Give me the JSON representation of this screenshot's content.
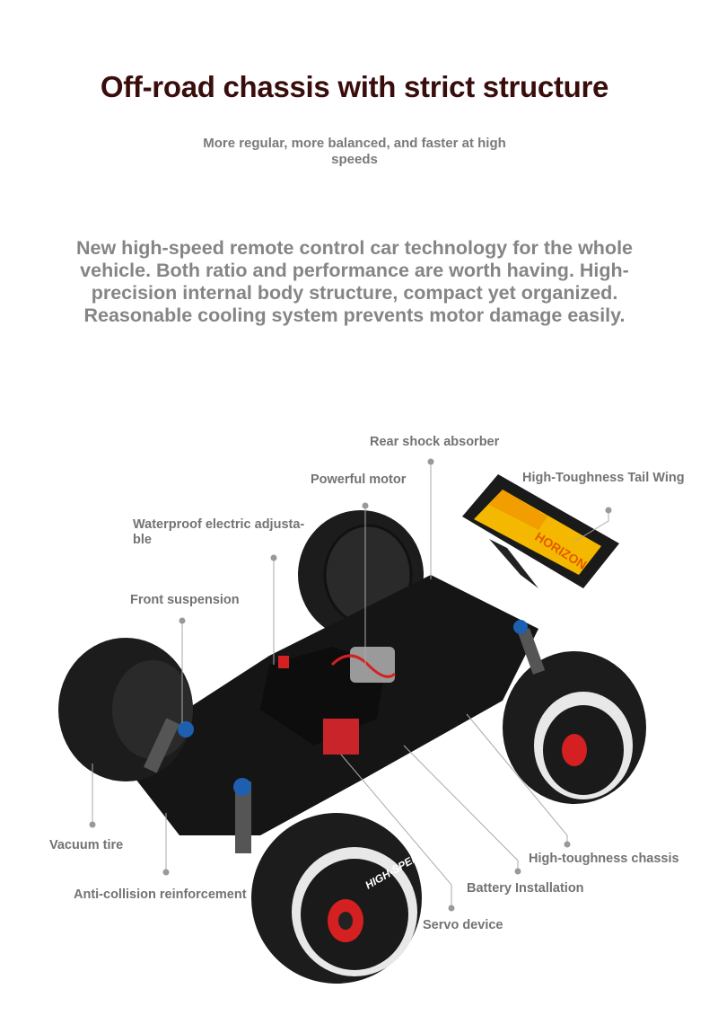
{
  "header": {
    "title": "Off-road chassis with strict structure",
    "subtitle": "More regular, more balanced, and faster at high speeds"
  },
  "description": "New high-speed remote control car technology for the whole vehicle. Both ratio and performance are worth having. High-precision internal body structure, compact yet organized. Reasonable cooling system prevents motor damage easily.",
  "callouts": {
    "rear_shock": "Rear shock absorber",
    "motor": "Powerful motor",
    "tail_wing": "High-Toughness Tail Wing",
    "waterproof": "Waterproof electric adjusta-ble",
    "front_suspension": "Front suspension",
    "vacuum_tire": "Vacuum tire",
    "anti_collision": "Anti-collision reinforcement",
    "servo": "Servo device",
    "battery": "Battery Installation",
    "chassis": "High-toughness chassis"
  },
  "product_markings": {
    "wing_logo": "HORIZON",
    "tire_text": "HIGH-SPEED"
  },
  "colors": {
    "title": "#3a0d0d",
    "text": "#7a7a7a",
    "wing": "#f5b800",
    "shock": "#1f5fb0",
    "accent_red": "#d42020"
  }
}
